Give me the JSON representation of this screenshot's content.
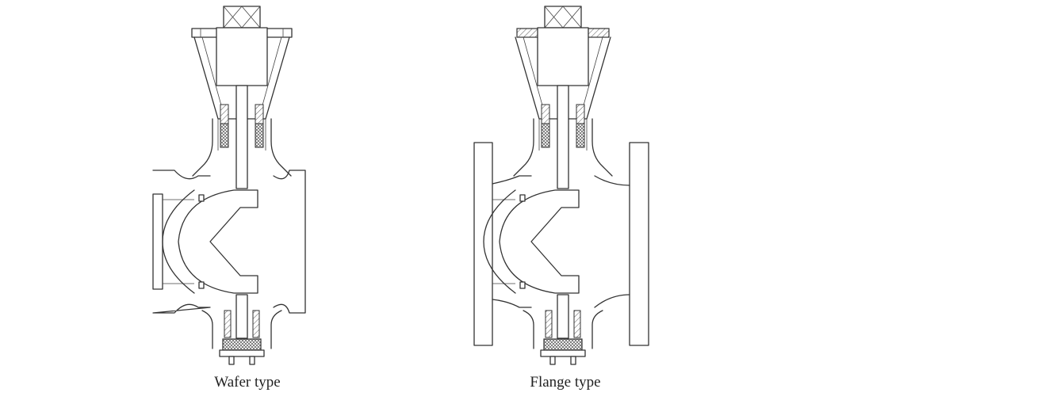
{
  "figures": [
    {
      "id": "wafer",
      "type": "wafer",
      "caption": "Wafer type"
    },
    {
      "id": "flange",
      "type": "flange",
      "caption": "Flange type"
    }
  ],
  "colors": {
    "line": "#333333",
    "hatch": "#555555",
    "background": "#ffffff"
  }
}
